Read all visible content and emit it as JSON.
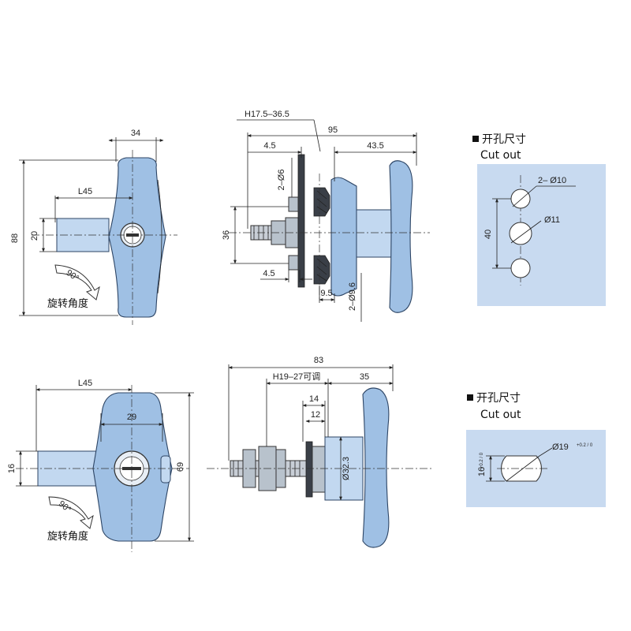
{
  "view1": {
    "dim_top": "34",
    "dim_height": "88",
    "dim_shaft_len": "L45",
    "dim_shaft_dia": "20",
    "rotation_angle": "90°",
    "rotation_caption": "旋转角度"
  },
  "view2": {
    "dim_adjust": "H17.5–36.5",
    "dim_total": "95",
    "dim_left": "4.5",
    "dim_right": "43.5",
    "dim_holes_top": "2–Ø6",
    "dim_center": "36",
    "dim_plate": "4.5",
    "dim_offset": "9.5",
    "dim_holes_bottom": "2–Ø9.6"
  },
  "cutout1": {
    "header_cn": "开孔尺寸",
    "header_en": "Cut out",
    "dim_small": "2– Ø10",
    "dim_large": "Ø11",
    "dim_spacing": "40"
  },
  "view3": {
    "dim_shaft_len": "L45",
    "dim_width": "29",
    "dim_shaft_dia": "16",
    "dim_height": "69",
    "rotation_angle": "90°",
    "rotation_caption": "旋转角度"
  },
  "view4": {
    "dim_total": "83",
    "dim_adjust": "H19–27可调",
    "dim_right": "35",
    "dim_14": "14",
    "dim_12": "12",
    "dim_body_dia": "Ø32.3"
  },
  "cutout2": {
    "header_cn": "开孔尺寸",
    "header_en": "Cut out",
    "dim_dia": "Ø19",
    "dim_dia_tol": "+0.2 / 0",
    "dim_flat": "16",
    "dim_flat_tol": "+0.2 / 0"
  }
}
